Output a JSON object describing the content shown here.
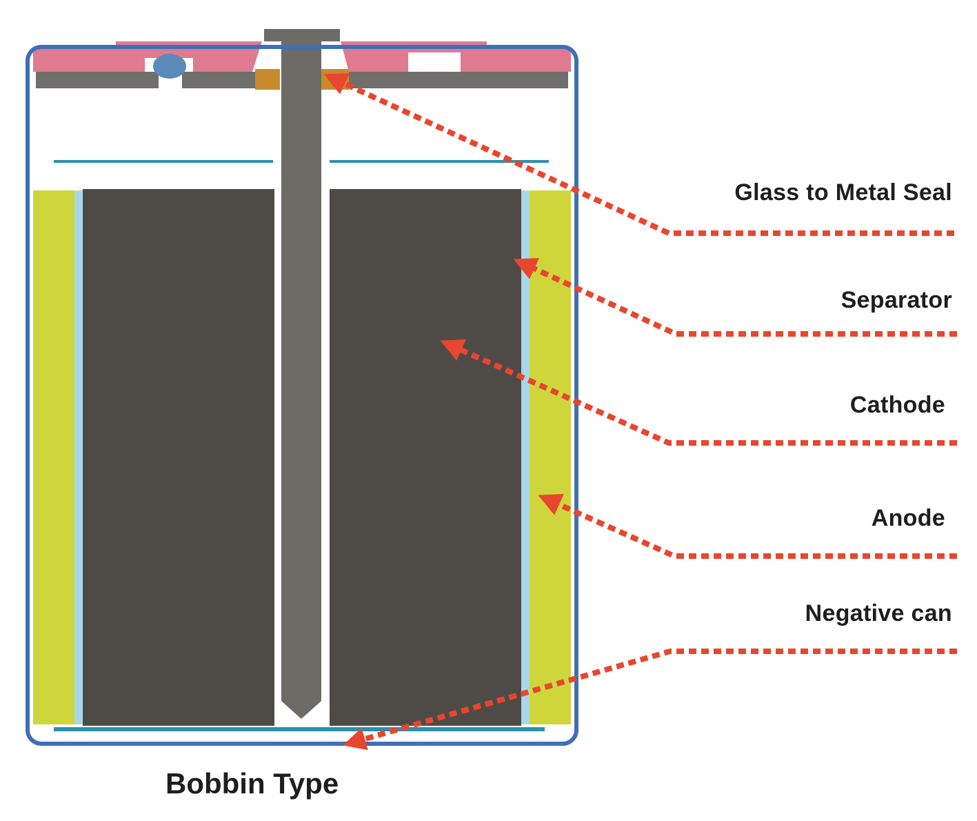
{
  "diagram": {
    "caption": "Bobbin Type",
    "labels": {
      "glass_to_metal_seal": "Glass to Metal Seal",
      "separator": "Separator",
      "cathode": "Cathode",
      "anode": "Anode",
      "negative_can": "Negative can"
    },
    "colors": {
      "can_outline": "#3f6fb6",
      "cap_pink": "#e07a91",
      "plate_gray": "#6f6e6a",
      "pin_gray": "#6c6b66",
      "seal_amber": "#c98a2e",
      "vent_blue": "#5a8ab8",
      "cathode_dark": "#4e4b47",
      "anode_yellow": "#cfd63c",
      "separator_blue": "#a8d8e8",
      "teal_line": "#2c8fb0",
      "pointer_red": "#e8462e"
    }
  }
}
